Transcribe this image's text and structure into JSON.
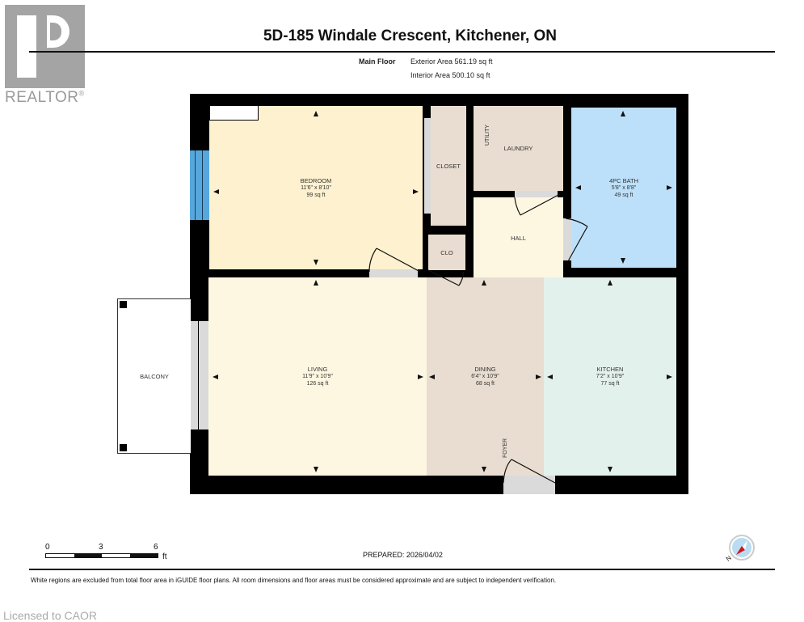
{
  "logo": {
    "brand": "REALTOR",
    "registered": "®",
    "icon": "realtor-r-icon"
  },
  "header": {
    "title": "5D-185 Windale Crescent, Kitchener, ON",
    "floor_label": "Main Floor",
    "exterior_area": "Exterior Area 561.19 sq ft",
    "interior_area": "Interior Area 500.10 sq ft"
  },
  "rooms": {
    "bedroom": {
      "name": "BEDROOM",
      "dims": "11'6\" x 8'10\"",
      "area": "99 sq ft",
      "color": "#fdf1cf"
    },
    "closet": {
      "name": "CLOSET",
      "color": "#e8ddd0"
    },
    "clo": {
      "name": "CLO",
      "color": "#e8ddd0"
    },
    "laundry": {
      "name": "LAUNDRY",
      "color": "#e8ddd0"
    },
    "utility": {
      "name": "UTILITY"
    },
    "bath": {
      "name": "4PC BATH",
      "dims": "5'8\" x 8'8\"",
      "area": "49 sq ft",
      "color": "#bde0fa"
    },
    "hall": {
      "name": "HALL",
      "color": "#fdf7e1"
    },
    "living": {
      "name": "LIVING",
      "dims": "11'9\" x 10'9\"",
      "area": "126 sq ft",
      "color": "#fdf7e1"
    },
    "dining": {
      "name": "DINING",
      "dims": "6'4\" x 10'9\"",
      "area": "68 sq ft",
      "color": "#e8ddd0"
    },
    "kitchen": {
      "name": "KITCHEN",
      "dims": "7'2\" x 10'9\"",
      "area": "77 sq ft",
      "color": "#e3f1ec"
    },
    "balcony": {
      "name": "BALCONY"
    },
    "foyer": {
      "name": "FOYER"
    }
  },
  "scale": {
    "ticks": [
      "0",
      "3",
      "6"
    ],
    "unit": "ft"
  },
  "prepared": "PREPARED: 2026/04/02",
  "compass": {
    "label": "N",
    "icon": "compass-icon"
  },
  "disclaimer": "White regions are excluded from total floor area in iGUIDE floor plans. All room dimensions and floor areas must be considered approximate and are subject to independent verification.",
  "watermark": "Licensed to CAOR"
}
